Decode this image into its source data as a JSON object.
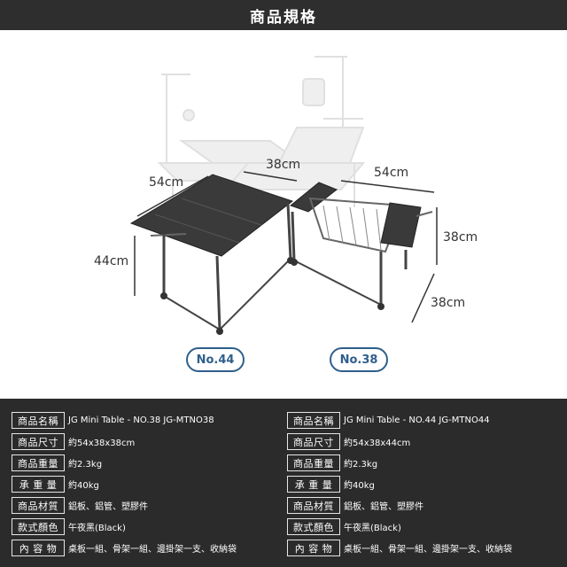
{
  "header": {
    "title": "商品規格"
  },
  "dimensions": {
    "no44_depth": "54cm",
    "no44_height": "44cm",
    "no38_width": "38cm",
    "no38_depth": "54cm",
    "no38_height": "38cm",
    "no38_side": "38cm"
  },
  "tags": {
    "left": "No.44",
    "right": "No.38"
  },
  "specs": {
    "left": [
      {
        "key": "商品名稱",
        "value": "JG Mini Table - NO.38 JG-MTNO38"
      },
      {
        "key": "商品尺寸",
        "value": "約54x38x38cm"
      },
      {
        "key": "商品重量",
        "value": "約2.3kg"
      },
      {
        "key": "承 重 量",
        "value": "約40kg"
      },
      {
        "key": "商品材質",
        "value": "鋁板、鋁管、塑膠件"
      },
      {
        "key": "款式顏色",
        "value": "午夜黑(Black)"
      },
      {
        "key": "內 容 物",
        "value": "桌板一組、骨架一組、邊掛架一支、收納袋"
      }
    ],
    "right": [
      {
        "key": "商品名稱",
        "value": "JG Mini Table - NO.44 JG-MTNO44"
      },
      {
        "key": "商品尺寸",
        "value": "約54x38x44cm"
      },
      {
        "key": "商品重量",
        "value": "約2.3kg"
      },
      {
        "key": "承 重 量",
        "value": "約40kg"
      },
      {
        "key": "商品材質",
        "value": "鋁板、鋁管、塑膠件"
      },
      {
        "key": "款式顏色",
        "value": "午夜黑(Black)"
      },
      {
        "key": "內 容 物",
        "value": "桌板一組、骨架一組、邊掛架一支、收納袋"
      }
    ]
  },
  "colors": {
    "header_bg": "#2e2e2e",
    "specs_bg": "#2b2b2b",
    "tag_border": "#2f5f8c",
    "table_top": "#3a3a3a"
  }
}
